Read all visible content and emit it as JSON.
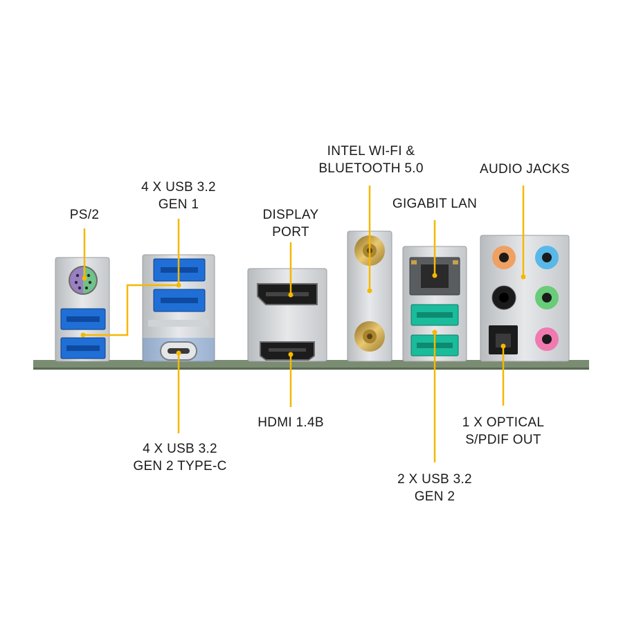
{
  "labels": {
    "ps2": "PS/2",
    "usb_gen1": [
      "4 X USB 3.2",
      "GEN 1"
    ],
    "usb_typec": [
      "4 X USB 3.2",
      "GEN 2 TYPE-C"
    ],
    "displayport": [
      "DISPLAY",
      "PORT"
    ],
    "hdmi": "HDMI 1.4B",
    "wifi": [
      "INTEL WI-FI &",
      "BLUETOOTH 5.0"
    ],
    "lan": "GIGABIT LAN",
    "usb_gen2": [
      "2 X USB 3.2",
      "GEN 2"
    ],
    "audio": "AUDIO JACKS",
    "optical": [
      "1 X OPTICAL",
      "S/PDIF OUT"
    ]
  },
  "colors": {
    "callout_line": "#f5b800",
    "usb3_blue": "#1f6fd6",
    "usb_gen2_teal": "#1abc9c",
    "pcb_green": "#7a8c72",
    "antenna_gold": "#c8a24a",
    "audio_orange": "#f0a060",
    "audio_blue": "#58b8e8",
    "audio_green": "#68cc78",
    "audio_pink": "#f07ab0",
    "audio_black": "#1b1b1b"
  }
}
